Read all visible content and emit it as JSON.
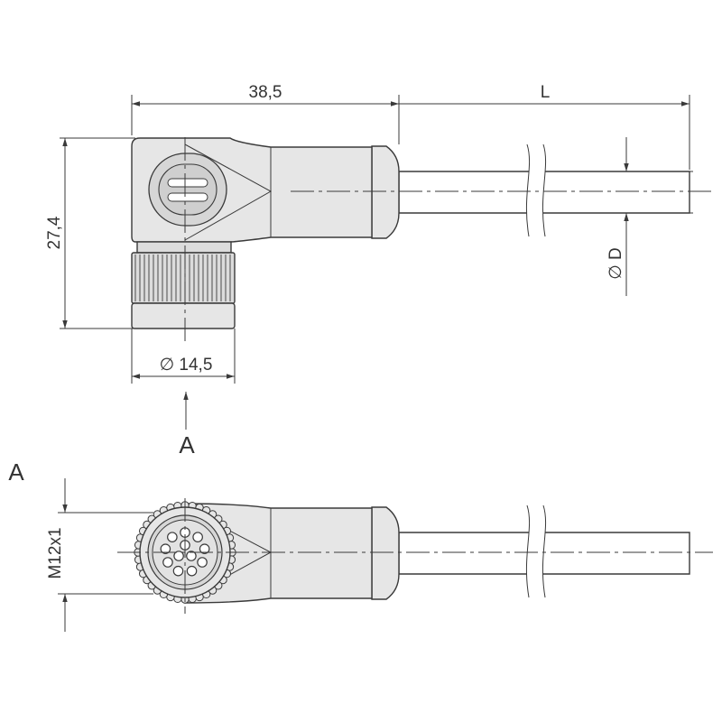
{
  "dimensions": {
    "length_body": "38,5",
    "length_cable": "L",
    "height": "27,4",
    "diameter_nut": "∅ 14,5",
    "diameter_cable": "∅ D",
    "thread": "M12x1"
  },
  "views": {
    "arrow_label": "A",
    "view_label": "A"
  },
  "colors": {
    "line": "#3a3a3a",
    "body": "#e6e6e6"
  }
}
